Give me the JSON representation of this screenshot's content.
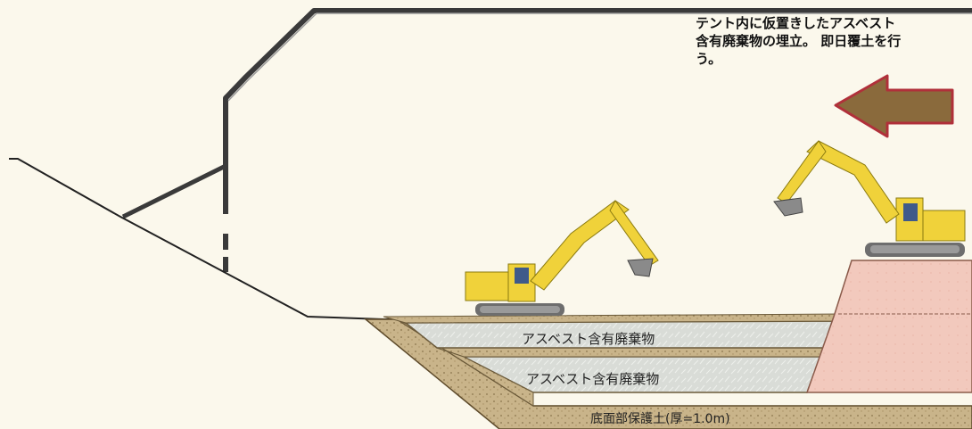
{
  "note": {
    "line1": "テント内に仮置きしたアスベスト",
    "line2": "含有廃棄物の埋立。 即日覆土を行",
    "line3": "う。"
  },
  "layers": {
    "upper_label": "アスベスト含有廃棄物",
    "lower_label": "アスベスト含有廃棄物",
    "base_label": "底面部保護土(厚=1.0m)"
  },
  "colors": {
    "background": "#fbf8ec",
    "tent_line": "#3a3a3a",
    "waste_fill": "#d9dcd7",
    "soil_fill": "#c9b48a",
    "mound_fill": "#f2c9bd",
    "arrow_fill": "#8a6a3c",
    "arrow_stroke": "#b0303a",
    "excavator_yellow": "#f0d23a"
  },
  "icons": {
    "direction_arrow": "left-arrow-icon",
    "machine": "excavator-icon"
  }
}
